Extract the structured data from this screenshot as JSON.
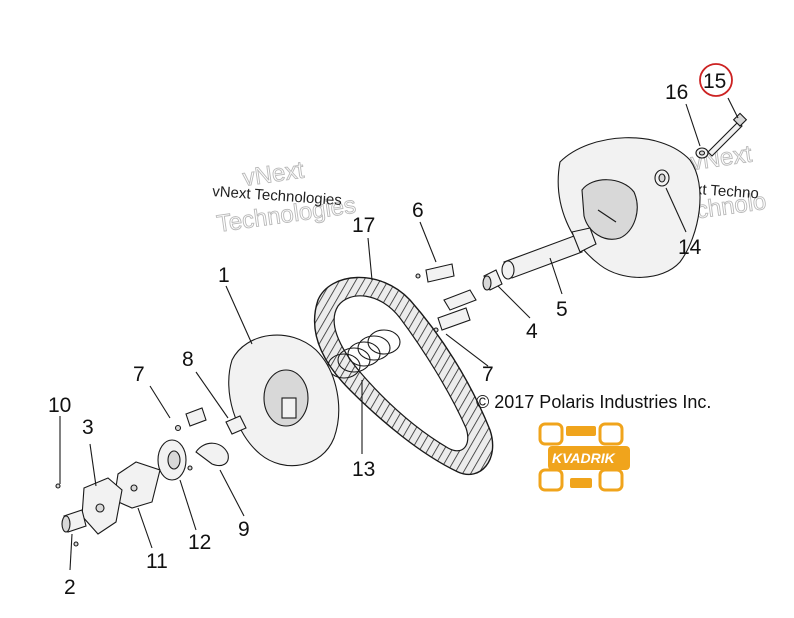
{
  "copyright": "© 2017 Polaris Industries Inc.",
  "watermark": {
    "primary": "vNext Technologies",
    "ghost_top": "vNext",
    "ghost_bottom": "Technologies",
    "right_text": "vNext Techno",
    "right_ghost_top": "vNext",
    "right_ghost_bottom": "Technolo"
  },
  "logo": {
    "text": "KVADRIK",
    "color": "#f0a41c"
  },
  "highlight_color": "#cc2222",
  "callouts": [
    "1",
    "2",
    "3",
    "4",
    "5",
    "6",
    "7",
    "7",
    "8",
    "9",
    "10",
    "11",
    "12",
    "13",
    "14",
    "15",
    "16",
    "17"
  ],
  "highlighted_part": "15"
}
